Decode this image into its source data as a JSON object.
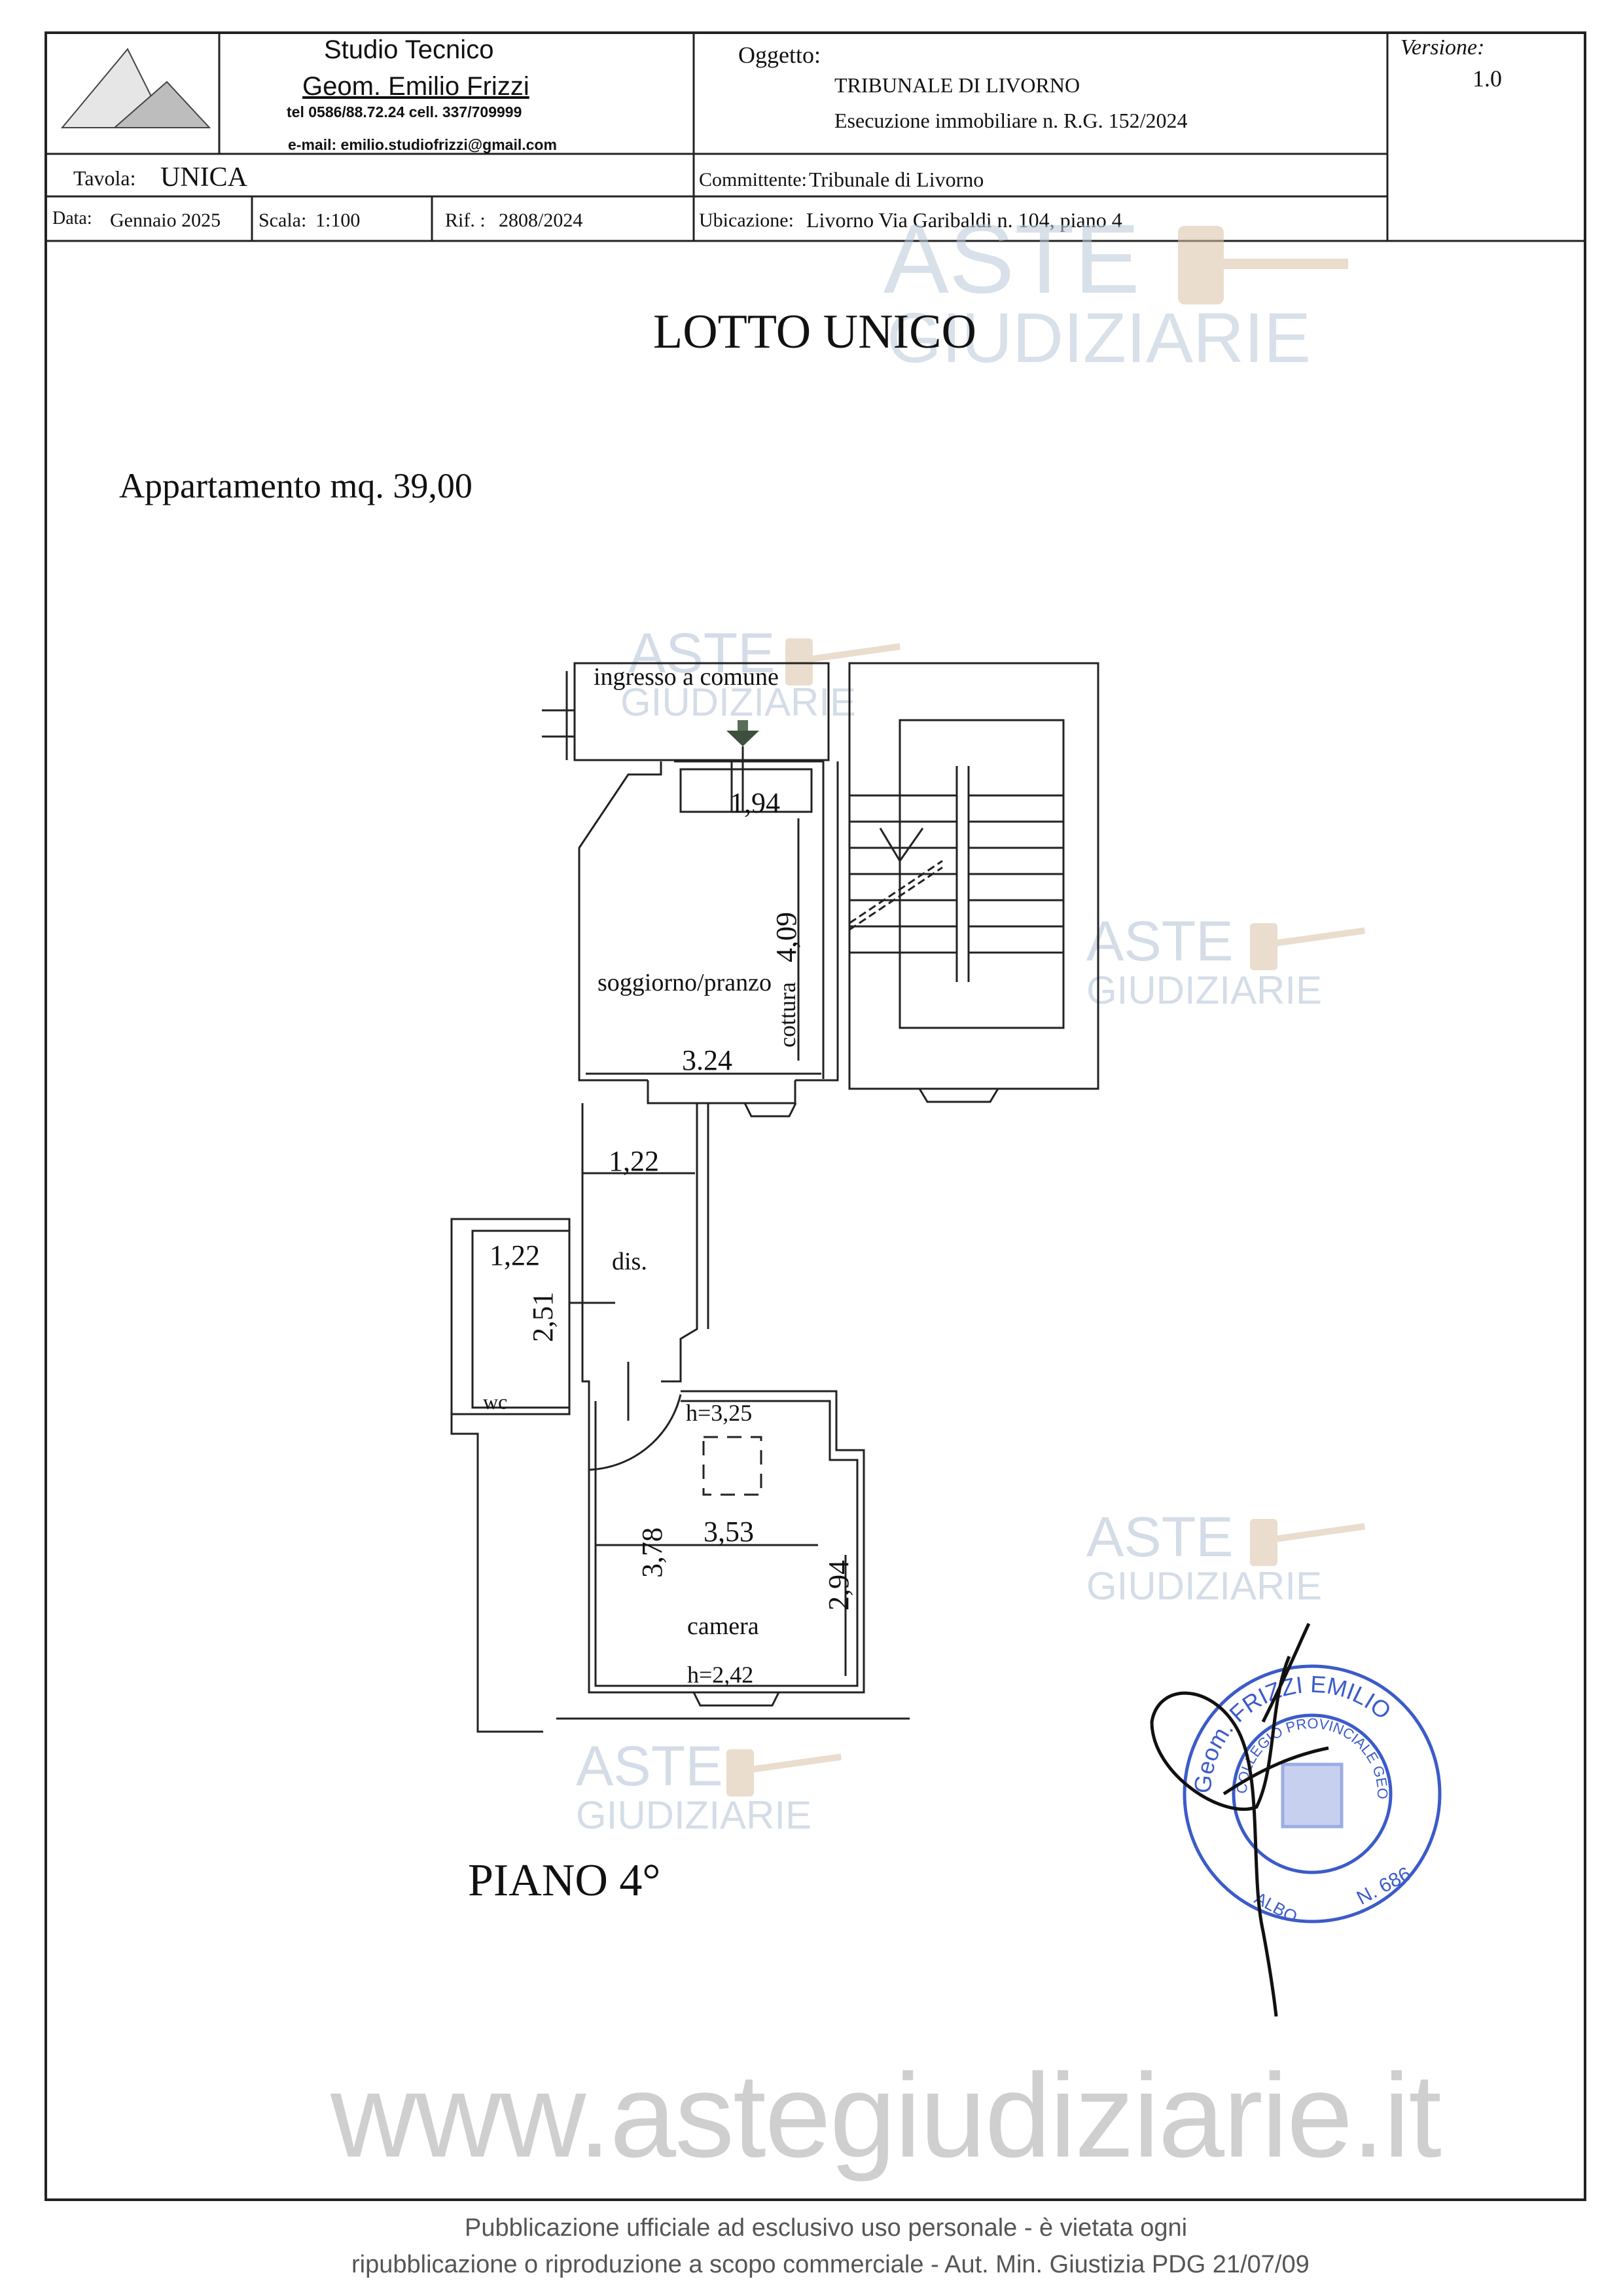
{
  "title_block": {
    "studio_name": "Studio Tecnico",
    "geometra": "Geom. Emilio Frizzi",
    "phone": "tel 0586/88.72.24  cell. 337/709999",
    "email": "e-mail: emilio.studiofrizzi@gmail.com",
    "oggetto_label": "Oggetto:",
    "oggetto_line1": "TRIBUNALE DI LIVORNO",
    "oggetto_line2": "Esecuzione immobiliare n. R.G. 152/2024",
    "versione_label": "Versione:",
    "versione_value": "1.0",
    "tavola_label": "Tavola:",
    "tavola_value": "UNICA",
    "committente_label": "Committente:",
    "committente_value": "Tribunale di Livorno",
    "data_label": "Data:",
    "data_value": "Gennaio 2025",
    "scala_label": "Scala:",
    "scala_value": "1:100",
    "rif_label": "Rif. :",
    "rif_value": "2808/2024",
    "ubicazione_label": "Ubicazione:",
    "ubicazione_value": "Livorno Via Garibaldi n. 104, piano 4"
  },
  "heading": "LOTTO UNICO",
  "subheading": "Appartamento mq. 39,00",
  "floor_label": "PIANO 4°",
  "plan": {
    "entrance": "ingresso a comune",
    "living": "soggiorno/pranzo",
    "kitchen": "cottura",
    "hall": "dis.",
    "wc": "wc",
    "bedroom": "camera",
    "dims": {
      "living_top": "1,94",
      "living_height": "4,09",
      "living_width": "3.24",
      "hall_width": "1,22",
      "wc_width": "1,22",
      "wc_height": "2,51",
      "bedroom_h_high": "h=3,25",
      "bedroom_length": "3,78",
      "bedroom_width": "3,53",
      "bedroom_depth": "2,94",
      "bedroom_h_low": "h=2,42"
    }
  },
  "stamp": {
    "ring_text": "Geom. FRIZZI EMILIO",
    "inner_text": "COLLEGIO PROVINCIALE GEOMETRI",
    "albo_text": "ALBO",
    "number_text": "N. 686"
  },
  "watermark": {
    "brand_line1": "ASTE",
    "brand_line2": "GIUDIZIARIE",
    "website": "www.astegiudiziarie.it"
  },
  "footer": {
    "line1": "Pubblicazione ufficiale ad esclusivo uso personale - è vietata ogni",
    "line2": "ripubblicazione o riproduzione a scopo commerciale - Aut. Min. Giustizia PDG 21/07/09"
  }
}
